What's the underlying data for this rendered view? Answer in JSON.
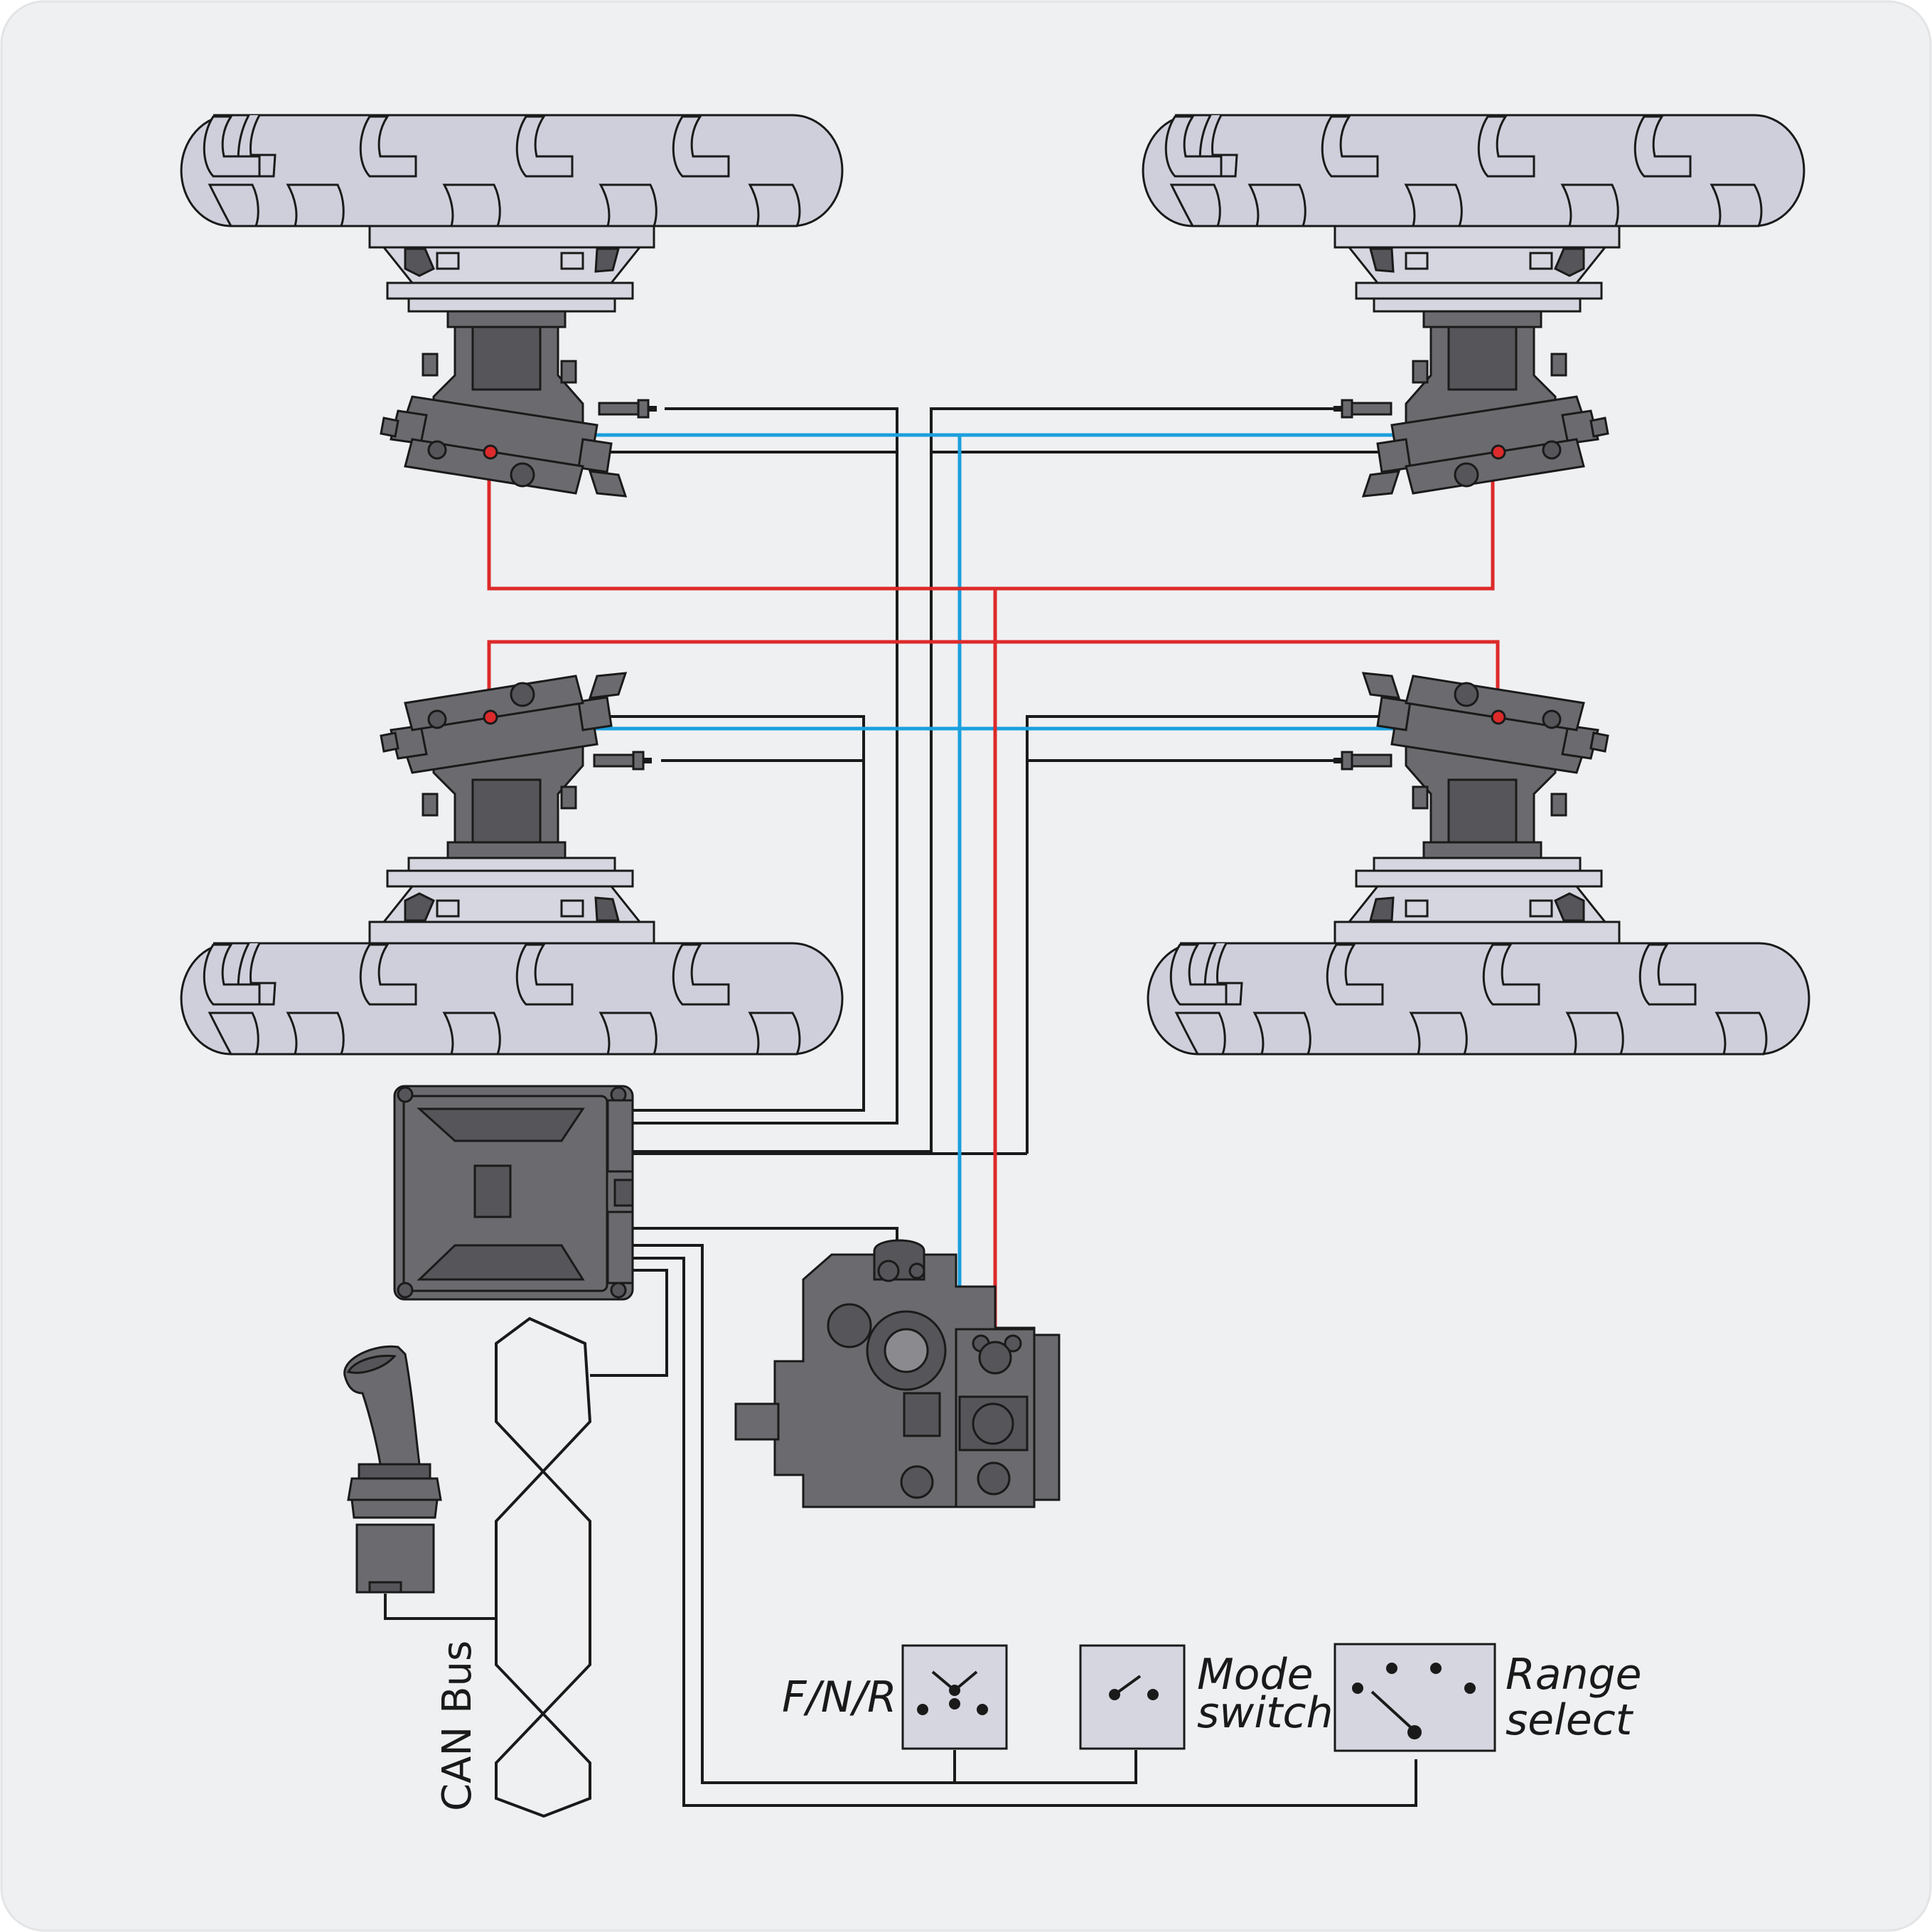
{
  "colors": {
    "background": "#eff0f2",
    "control_wire": "#1a1a1a",
    "speed_signal": "#1aa0dd",
    "pressure_line": "#dd2a2a",
    "component_fill": "#6b6b6f",
    "wheel_fill": "#cfcfdc"
  },
  "labels": {
    "fnr": "F/N/R",
    "mode_1": "Mode",
    "mode_2": "switch",
    "range_1": "Range",
    "range_2": "select",
    "can_bus": "CAN Bus"
  },
  "icons": [
    "wheel-icon",
    "wheel-motor-icon",
    "speed-sensor-icon",
    "controller-ecu-icon",
    "pump-icon",
    "joystick-icon",
    "switch-icon"
  ]
}
